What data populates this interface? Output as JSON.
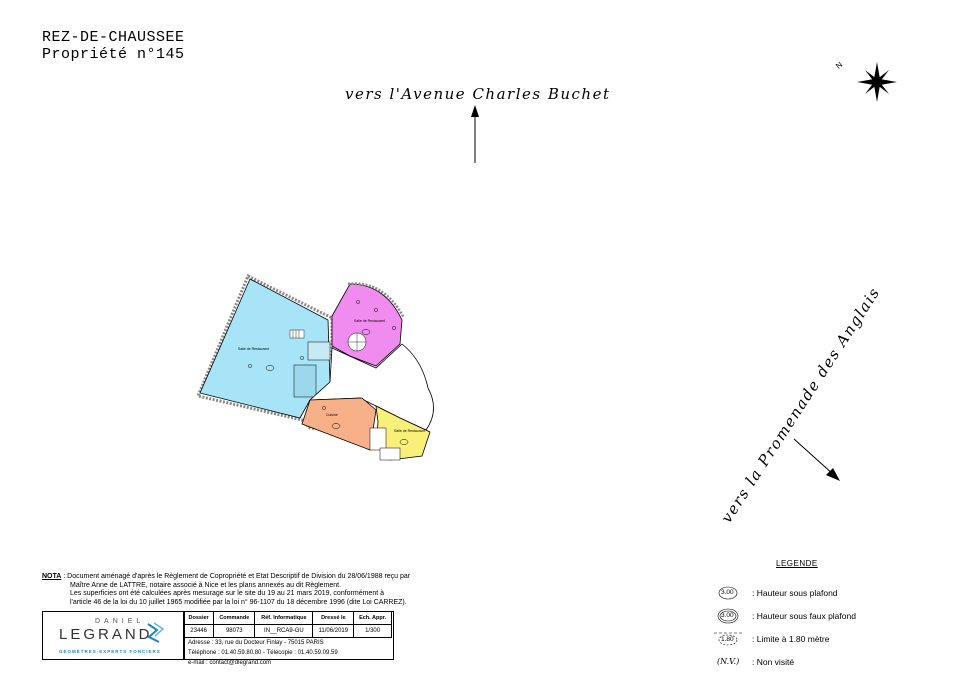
{
  "header": {
    "level": "REZ-DE-CHAUSSEE",
    "property": "Propriété n°145"
  },
  "roads": {
    "north": "vers l'Avenue Charles Buchet",
    "east": "vers la Promenade des Anglais"
  },
  "compass": {
    "letter": "N"
  },
  "rooms": [
    {
      "label": "Salle de Restaurant",
      "color": "#a8e4f8"
    },
    {
      "label": "Salle de Restaurant",
      "color": "#f08cf0"
    },
    {
      "label": "Cuisine",
      "color": "#f8b088"
    },
    {
      "label": "Salle de Restaurant",
      "color": "#f8f078"
    }
  ],
  "nota": {
    "label": "NOTA",
    "lines": [
      ": Document aménagé d'après le Règlement de Copropriété et Etat Descriptif de Division du 28/06/1988 reçu par",
      "Maître Anne de LATTRE, notaire associé à Nice et les plans annexés au dit Règlement.",
      "Les superficies ont été calculées après mesurage sur le site du 19 au 21 mars 2019, conformément à",
      "l'article 46 de la loi du 10 juillet 1965 modifiée par la loi n° 96-1107 du 18 décembre 1996 (dite Loi CARREZ)."
    ]
  },
  "logo": {
    "line1": "DANIEL",
    "line2": "LEGRAND",
    "line3": "GÉOMÈTRES-EXPERTS FONCIERS",
    "color": "#1a86c8"
  },
  "title_block": {
    "headers": [
      "Dossier",
      "Commande",
      "Réf. Informatique",
      "Dressé le",
      "Ech. Appr."
    ],
    "values": [
      "23446",
      "98073",
      "IN__RCA9-GU",
      "11/06/2019",
      "1/300"
    ],
    "address": "Adresse : 33, rue du Docteur Finlay - 75015 PARIS",
    "phone": "Téléphone : 01.40.59.80.80    -    Télécopie : 01.40.59.09.59",
    "email": "e-mail : contact@dlegrand.com"
  },
  "legend": {
    "title": "LEGENDE",
    "items": [
      {
        "symbol": "3.00",
        "text": ": Hauteur sous plafond"
      },
      {
        "symbol": "3.00",
        "text": ": Hauteur sous faux plafond"
      },
      {
        "symbol": "1.80",
        "text": ": Limite à 1.80 mètre"
      },
      {
        "symbol": "(N.V.)",
        "text": ": Non visité"
      }
    ]
  }
}
